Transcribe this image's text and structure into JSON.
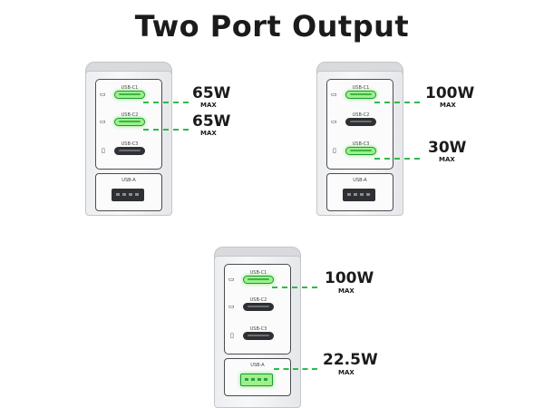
{
  "title": "Two Port Output",
  "port_labels": {
    "c1": "USB-C1",
    "c2": "USB-C2",
    "c3": "USB-C3",
    "a": "USB-A"
  },
  "icons": {
    "laptop": "laptop-icon",
    "phone": "phone-icon"
  },
  "colors": {
    "active_port": "#9ef08a",
    "active_border": "#1e9a38",
    "dash_line": "#2bbb4a",
    "text": "#1b1b1b"
  },
  "configs": [
    {
      "active": [
        "USB-C1",
        "USB-C2"
      ],
      "outputs": [
        {
          "watt": "65W",
          "max": "MAX"
        },
        {
          "watt": "65W",
          "max": "MAX"
        }
      ]
    },
    {
      "active": [
        "USB-C1",
        "USB-C3"
      ],
      "outputs": [
        {
          "watt": "100W",
          "max": "MAX"
        },
        {
          "watt": "30W",
          "max": "MAX"
        }
      ]
    },
    {
      "active": [
        "USB-C1",
        "USB-A"
      ],
      "outputs": [
        {
          "watt": "100W",
          "max": "MAX"
        },
        {
          "watt": "22.5W",
          "max": "MAX"
        }
      ]
    }
  ]
}
